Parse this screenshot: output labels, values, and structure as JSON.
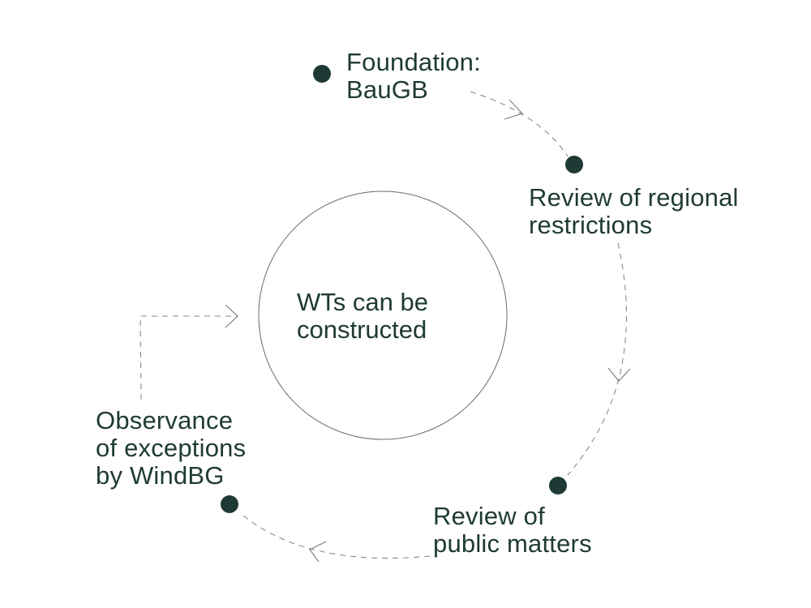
{
  "diagram": {
    "center": {
      "lines": [
        "WTs can be",
        "constructed"
      ]
    },
    "steps": [
      {
        "lines": [
          "Foundation:",
          "BauGB"
        ]
      },
      {
        "lines": [
          "Review of regional",
          "restrictions"
        ]
      },
      {
        "lines": [
          "Review of",
          "public matters"
        ]
      },
      {
        "lines": [
          "Observance",
          "of exceptions",
          "by WindBG"
        ]
      }
    ],
    "colors": {
      "text": "#1f3a34",
      "dot": "#1f3a34",
      "line": "#8a8a8a",
      "circle": "#6b6b6b"
    }
  }
}
